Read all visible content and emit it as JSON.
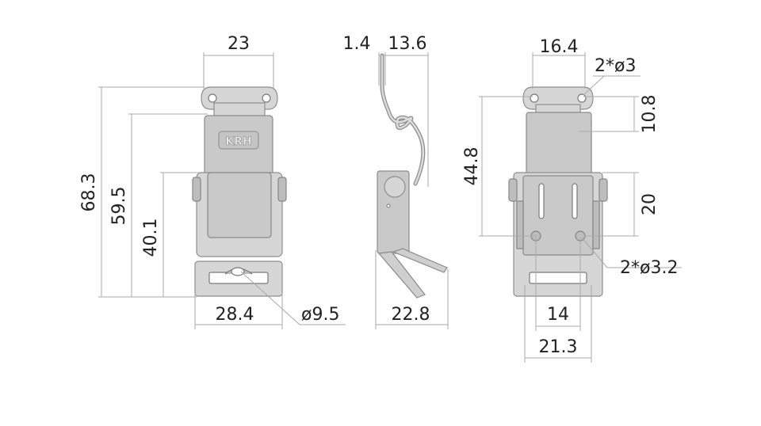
{
  "views": {
    "front": {
      "width_top": "23",
      "height_total": "68.3",
      "height_body": "59.5",
      "height_base": "40.1",
      "width_base": "28.4",
      "hole_dia": "ø9.5",
      "logo": "KRH"
    },
    "side": {
      "thickness": "1.4",
      "hook_width": "13.6",
      "depth": "22.8"
    },
    "rear": {
      "width_top": "16.4",
      "top_holes": "2*ø3",
      "hole_spacing_top": "10.8",
      "height_span": "44.8",
      "base_hole_spacing": "20",
      "base_holes": "2*ø3.2",
      "slot_spacing": "14",
      "base_width": "21.3"
    }
  },
  "colors": {
    "metal_light": "#d6d6d6",
    "metal_mid": "#c9c9c9",
    "metal_dark": "#8e8e8e",
    "dimension_line": "#a9a9a9",
    "text": "#222222"
  }
}
